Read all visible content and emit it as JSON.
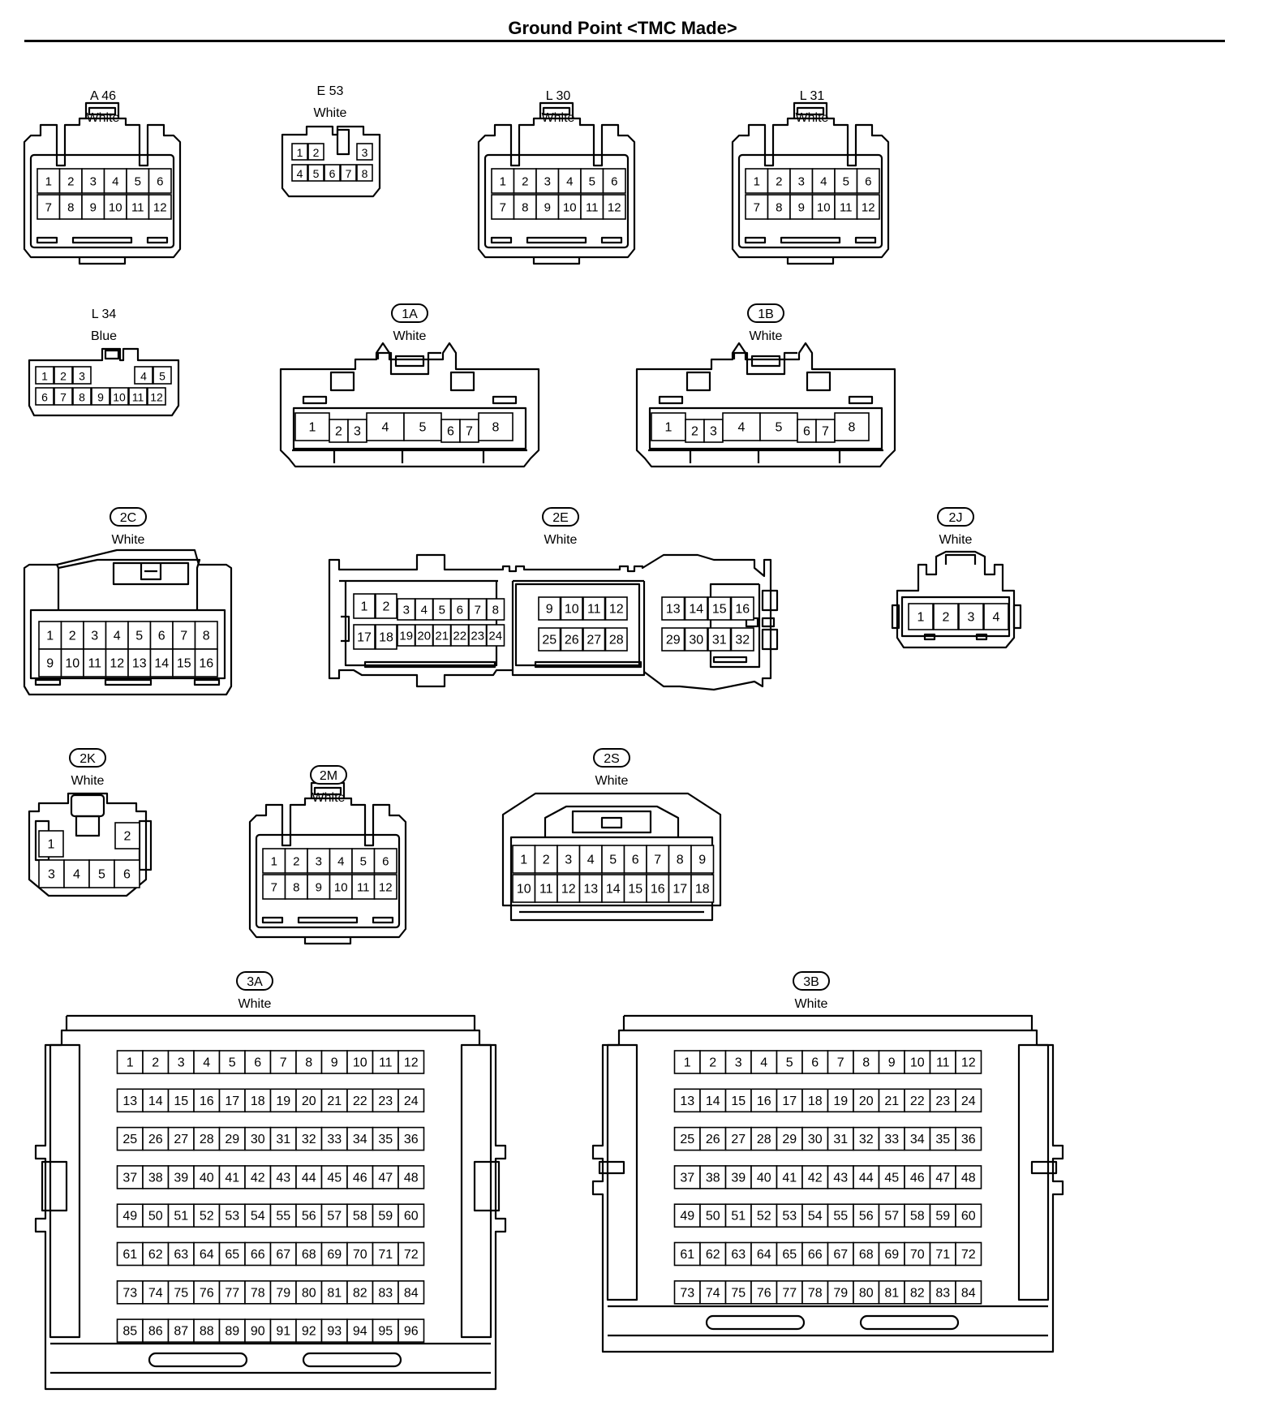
{
  "title": "Ground Point <TMC Made>",
  "connectors": [
    {
      "id": "A46",
      "code": "A 46",
      "badge": false,
      "color": "White",
      "rows": [
        [
          "1",
          "2",
          "3",
          "4",
          "5",
          "6"
        ],
        [
          "7",
          "8",
          "9",
          "10",
          "11",
          "12"
        ]
      ]
    },
    {
      "id": "E53",
      "code": "E 53",
      "badge": false,
      "color": "White",
      "rows": [
        [
          "1",
          "2",
          "",
          "3"
        ],
        [
          "4",
          "5",
          "6",
          "7",
          "8"
        ]
      ]
    },
    {
      "id": "L30",
      "code": "L 30",
      "badge": false,
      "color": "White",
      "rows": [
        [
          "1",
          "2",
          "3",
          "4",
          "5",
          "6"
        ],
        [
          "7",
          "8",
          "9",
          "10",
          "11",
          "12"
        ]
      ]
    },
    {
      "id": "L31",
      "code": "L 31",
      "badge": false,
      "color": "White",
      "rows": [
        [
          "1",
          "2",
          "3",
          "4",
          "5",
          "6"
        ],
        [
          "7",
          "8",
          "9",
          "10",
          "11",
          "12"
        ]
      ]
    },
    {
      "id": "L34",
      "code": "L 34",
      "badge": false,
      "color": "Blue",
      "rows": [
        [
          "1",
          "2",
          "3",
          "",
          "",
          "4",
          "5"
        ],
        [
          "6",
          "7",
          "8",
          "9",
          "10",
          "11",
          "12"
        ]
      ]
    },
    {
      "id": "1A",
      "code": "1A",
      "badge": true,
      "color": "White",
      "rows": [
        [
          "1",
          "2",
          "3",
          "4",
          "5",
          "6",
          "7",
          "8"
        ]
      ]
    },
    {
      "id": "1B",
      "code": "1B",
      "badge": true,
      "color": "White",
      "rows": [
        [
          "1",
          "2",
          "3",
          "4",
          "5",
          "6",
          "7",
          "8"
        ]
      ]
    },
    {
      "id": "2C",
      "code": "2C",
      "badge": true,
      "color": "White",
      "rows": [
        [
          "1",
          "2",
          "3",
          "4",
          "5",
          "6",
          "7",
          "8"
        ],
        [
          "9",
          "10",
          "11",
          "12",
          "13",
          "14",
          "15",
          "16"
        ]
      ]
    },
    {
      "id": "2E",
      "code": "2E",
      "badge": true,
      "color": "White",
      "blocks": [
        [
          [
            "1",
            "2",
            "3",
            "4",
            "5",
            "6",
            "7",
            "8"
          ],
          [
            "17",
            "18",
            "19",
            "20",
            "21",
            "22",
            "23",
            "24"
          ]
        ],
        [
          [
            "9",
            "10",
            "11",
            "12"
          ],
          [
            "25",
            "26",
            "27",
            "28"
          ]
        ],
        [
          [
            "13",
            "14",
            "15",
            "16"
          ],
          [
            "29",
            "30",
            "31",
            "32"
          ]
        ]
      ]
    },
    {
      "id": "2J",
      "code": "2J",
      "badge": true,
      "color": "White",
      "rows": [
        [
          "1",
          "2",
          "3",
          "4"
        ]
      ]
    },
    {
      "id": "2K",
      "code": "2K",
      "badge": true,
      "color": "White",
      "rows": [
        [
          "1",
          "2"
        ],
        [
          "3",
          "4",
          "5",
          "6"
        ]
      ]
    },
    {
      "id": "2M",
      "code": "2M",
      "badge": true,
      "color": "White",
      "rows": [
        [
          "1",
          "2",
          "3",
          "4",
          "5",
          "6"
        ],
        [
          "7",
          "8",
          "9",
          "10",
          "11",
          "12"
        ]
      ]
    },
    {
      "id": "2S",
      "code": "2S",
      "badge": true,
      "color": "White",
      "rows": [
        [
          "1",
          "2",
          "3",
          "4",
          "5",
          "6",
          "7",
          "8",
          "9"
        ],
        [
          "10",
          "11",
          "12",
          "13",
          "14",
          "15",
          "16",
          "17",
          "18"
        ]
      ]
    },
    {
      "id": "3A",
      "code": "3A",
      "badge": true,
      "color": "White",
      "pin_count": 96,
      "pins_per_row": 12
    },
    {
      "id": "3B",
      "code": "3B",
      "badge": true,
      "color": "White",
      "pin_count": 84,
      "pins_per_row": 12
    }
  ]
}
